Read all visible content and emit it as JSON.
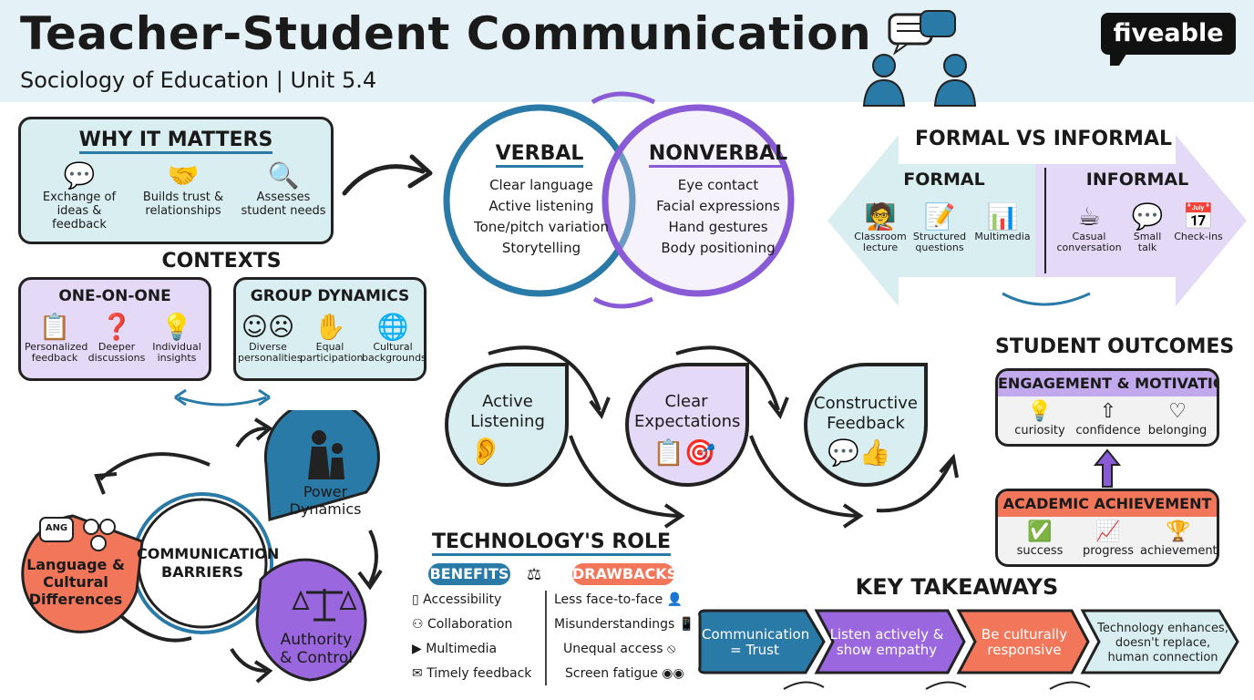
{
  "header": {
    "title": "Teacher-Student Communication",
    "subtitle": "Sociology of Education | Unit 5.4",
    "logo": "fiveable"
  },
  "why": {
    "heading": "WHY IT MATTERS",
    "items": [
      {
        "icon": "speech-bubbles-icon",
        "label1": "Exchange of",
        "label2": "ideas & feedback"
      },
      {
        "icon": "handshake-icon",
        "label1": "Builds trust &",
        "label2": "relationships"
      },
      {
        "icon": "magnifier-icon",
        "label1": "Assesses",
        "label2": "student needs"
      }
    ]
  },
  "contexts": {
    "heading": "CONTEXTS",
    "one": {
      "heading": "ONE-ON-ONE",
      "items": [
        {
          "icon": "clipboard-icon",
          "label1": "Personalized",
          "label2": "feedback"
        },
        {
          "icon": "question-bubble-icon",
          "label1": "Deeper",
          "label2": "discussions"
        },
        {
          "icon": "lightbulb-icon",
          "label1": "Individual",
          "label2": "insights"
        }
      ]
    },
    "group": {
      "heading": "GROUP DYNAMICS",
      "items": [
        {
          "icon": "faces-icon",
          "label1": "Diverse",
          "label2": "personalities"
        },
        {
          "icon": "raised-hands-icon",
          "label1": "Equal",
          "label2": "participation"
        },
        {
          "icon": "globe-icon",
          "label1": "Cultural",
          "label2": "backgrounds"
        }
      ]
    }
  },
  "venn": {
    "verbal": {
      "heading": "VERBAL",
      "items": [
        "Clear language",
        "Active listening",
        "Tone/pitch variation",
        "Storytelling"
      ]
    },
    "nonverbal": {
      "heading": "NONVERBAL",
      "items": [
        "Eye contact",
        "Facial expressions",
        "Hand gestures",
        "Body positioning"
      ]
    }
  },
  "formal_informal": {
    "heading": "FORMAL VS INFORMAL",
    "formal": {
      "heading": "FORMAL",
      "items": [
        {
          "label1": "Classroom",
          "label2": "lecture"
        },
        {
          "label1": "Structured",
          "label2": "questions"
        },
        {
          "label1": "Multimedia",
          "label2": ""
        }
      ]
    },
    "informal": {
      "heading": "INFORMAL",
      "items": [
        {
          "label1": "Casual",
          "label2": "conversation"
        },
        {
          "label1": "Small",
          "label2": "talk"
        },
        {
          "label1": "Check-ins",
          "label2": ""
        }
      ]
    }
  },
  "strategies": [
    {
      "line1": "Active",
      "line2": "Listening"
    },
    {
      "line1": "Clear",
      "line2": "Expectations"
    },
    {
      "line1": "Constructive",
      "line2": "Feedback"
    }
  ],
  "outcomes": {
    "heading": "STUDENT OUTCOMES",
    "engagement": {
      "heading": "ENGAGEMENT & MOTIVATION",
      "items": [
        "curiosity",
        "confidence",
        "belonging"
      ]
    },
    "academic": {
      "heading": "ACADEMIC ACHIEVEMENT",
      "items": [
        "success",
        "progress",
        "achievement"
      ]
    }
  },
  "barriers": {
    "center1": "COMMUNICATION",
    "center2": "BARRIERS",
    "power1": "Power",
    "power2": "Dynamics",
    "authority1": "Authority",
    "authority2": "& Control",
    "language1": "Language &",
    "language2": "Cultural",
    "language3": "Differences",
    "ang": "ANG"
  },
  "technology": {
    "heading": "TECHNOLOGY'S ROLE",
    "benefits_label": "BENEFITS",
    "drawbacks_label": "DRAWBACKS",
    "benefits": [
      "Accessibility",
      "Collaboration",
      "Multimedia",
      "Timely feedback"
    ],
    "drawbacks": [
      "Less face-to-face",
      "Misunderstandings",
      "Unequal access",
      "Screen fatigue"
    ]
  },
  "takeaways": {
    "heading": "KEY TAKEAWAYS",
    "items": [
      {
        "line1": "Communication",
        "line2": "= Trust",
        "line3": ""
      },
      {
        "line1": "Listen actively &",
        "line2": "show empathy",
        "line3": ""
      },
      {
        "line1": "Be culturally",
        "line2": "responsive",
        "line3": ""
      },
      {
        "line1": "Technology enhances,",
        "line2": "doesn't replace,",
        "line3": "human connection"
      }
    ]
  },
  "colors": {
    "teal_light": "#d9eef0",
    "purple_light": "#e4d9f6",
    "blue": "#2a7aa8",
    "purple": "#8a5bd6",
    "orange": "#f2775a",
    "header_bg": "#e4f1f6"
  }
}
